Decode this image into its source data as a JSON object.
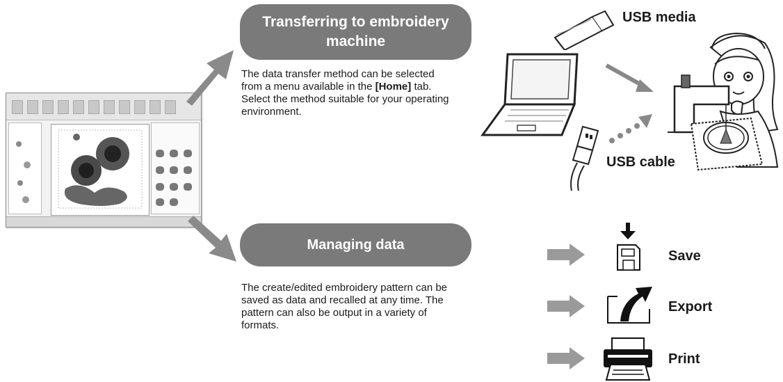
{
  "transfer": {
    "title": "Transferring to embroidery machine",
    "desc_bold": "[Home]",
    "desc_before": "The data transfer method can be selected from a menu available in the ",
    "desc_after": " tab. Select the method suitable for your operating environment."
  },
  "managing": {
    "title": "Managing data",
    "desc": "The create/edited embroidery pattern can be saved as data and recalled at any time. The pattern can also be output in a variety of formats."
  },
  "devices": {
    "usb_media": "USB media",
    "usb_cable": "USB cable"
  },
  "actions": [
    {
      "label": "Save",
      "icon": "floppy-save-icon"
    },
    {
      "label": "Export",
      "icon": "export-icon"
    },
    {
      "label": "Print",
      "icon": "printer-icon"
    }
  ],
  "colors": {
    "pill": "#7a7a7a",
    "arrow": "#8a8a8a"
  }
}
